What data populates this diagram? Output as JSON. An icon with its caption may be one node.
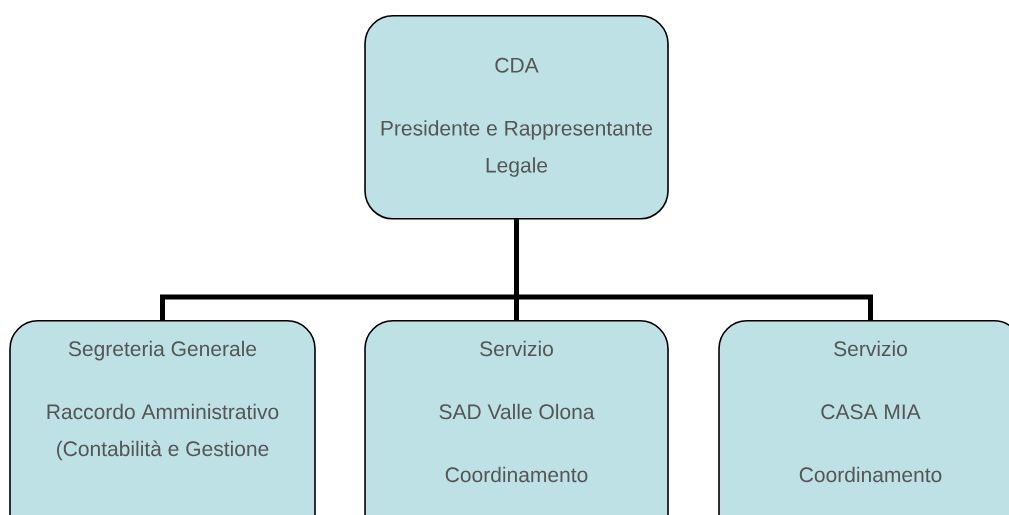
{
  "diagram": {
    "nodes": [
      {
        "text": [
          "CDA",
          "Presidente e Rappresentante Legale"
        ]
      },
      {
        "text": [
          "Segreteria Generale",
          "Raccordo Amministrativo (Contabilità e Gestione"
        ]
      },
      {
        "text": [
          "Servizio",
          "SAD Valle Olona",
          "Coordinamento"
        ]
      },
      {
        "text": [
          "Servizio",
          "CASA MIA",
          "Coordinamento"
        ]
      }
    ],
    "edges": [
      {
        "from": 0,
        "to": 1,
        "arrow": "none"
      },
      {
        "from": 0,
        "to": 2,
        "arrow": "none"
      },
      {
        "from": 0,
        "to": 3,
        "arrow": "none"
      }
    ]
  }
}
